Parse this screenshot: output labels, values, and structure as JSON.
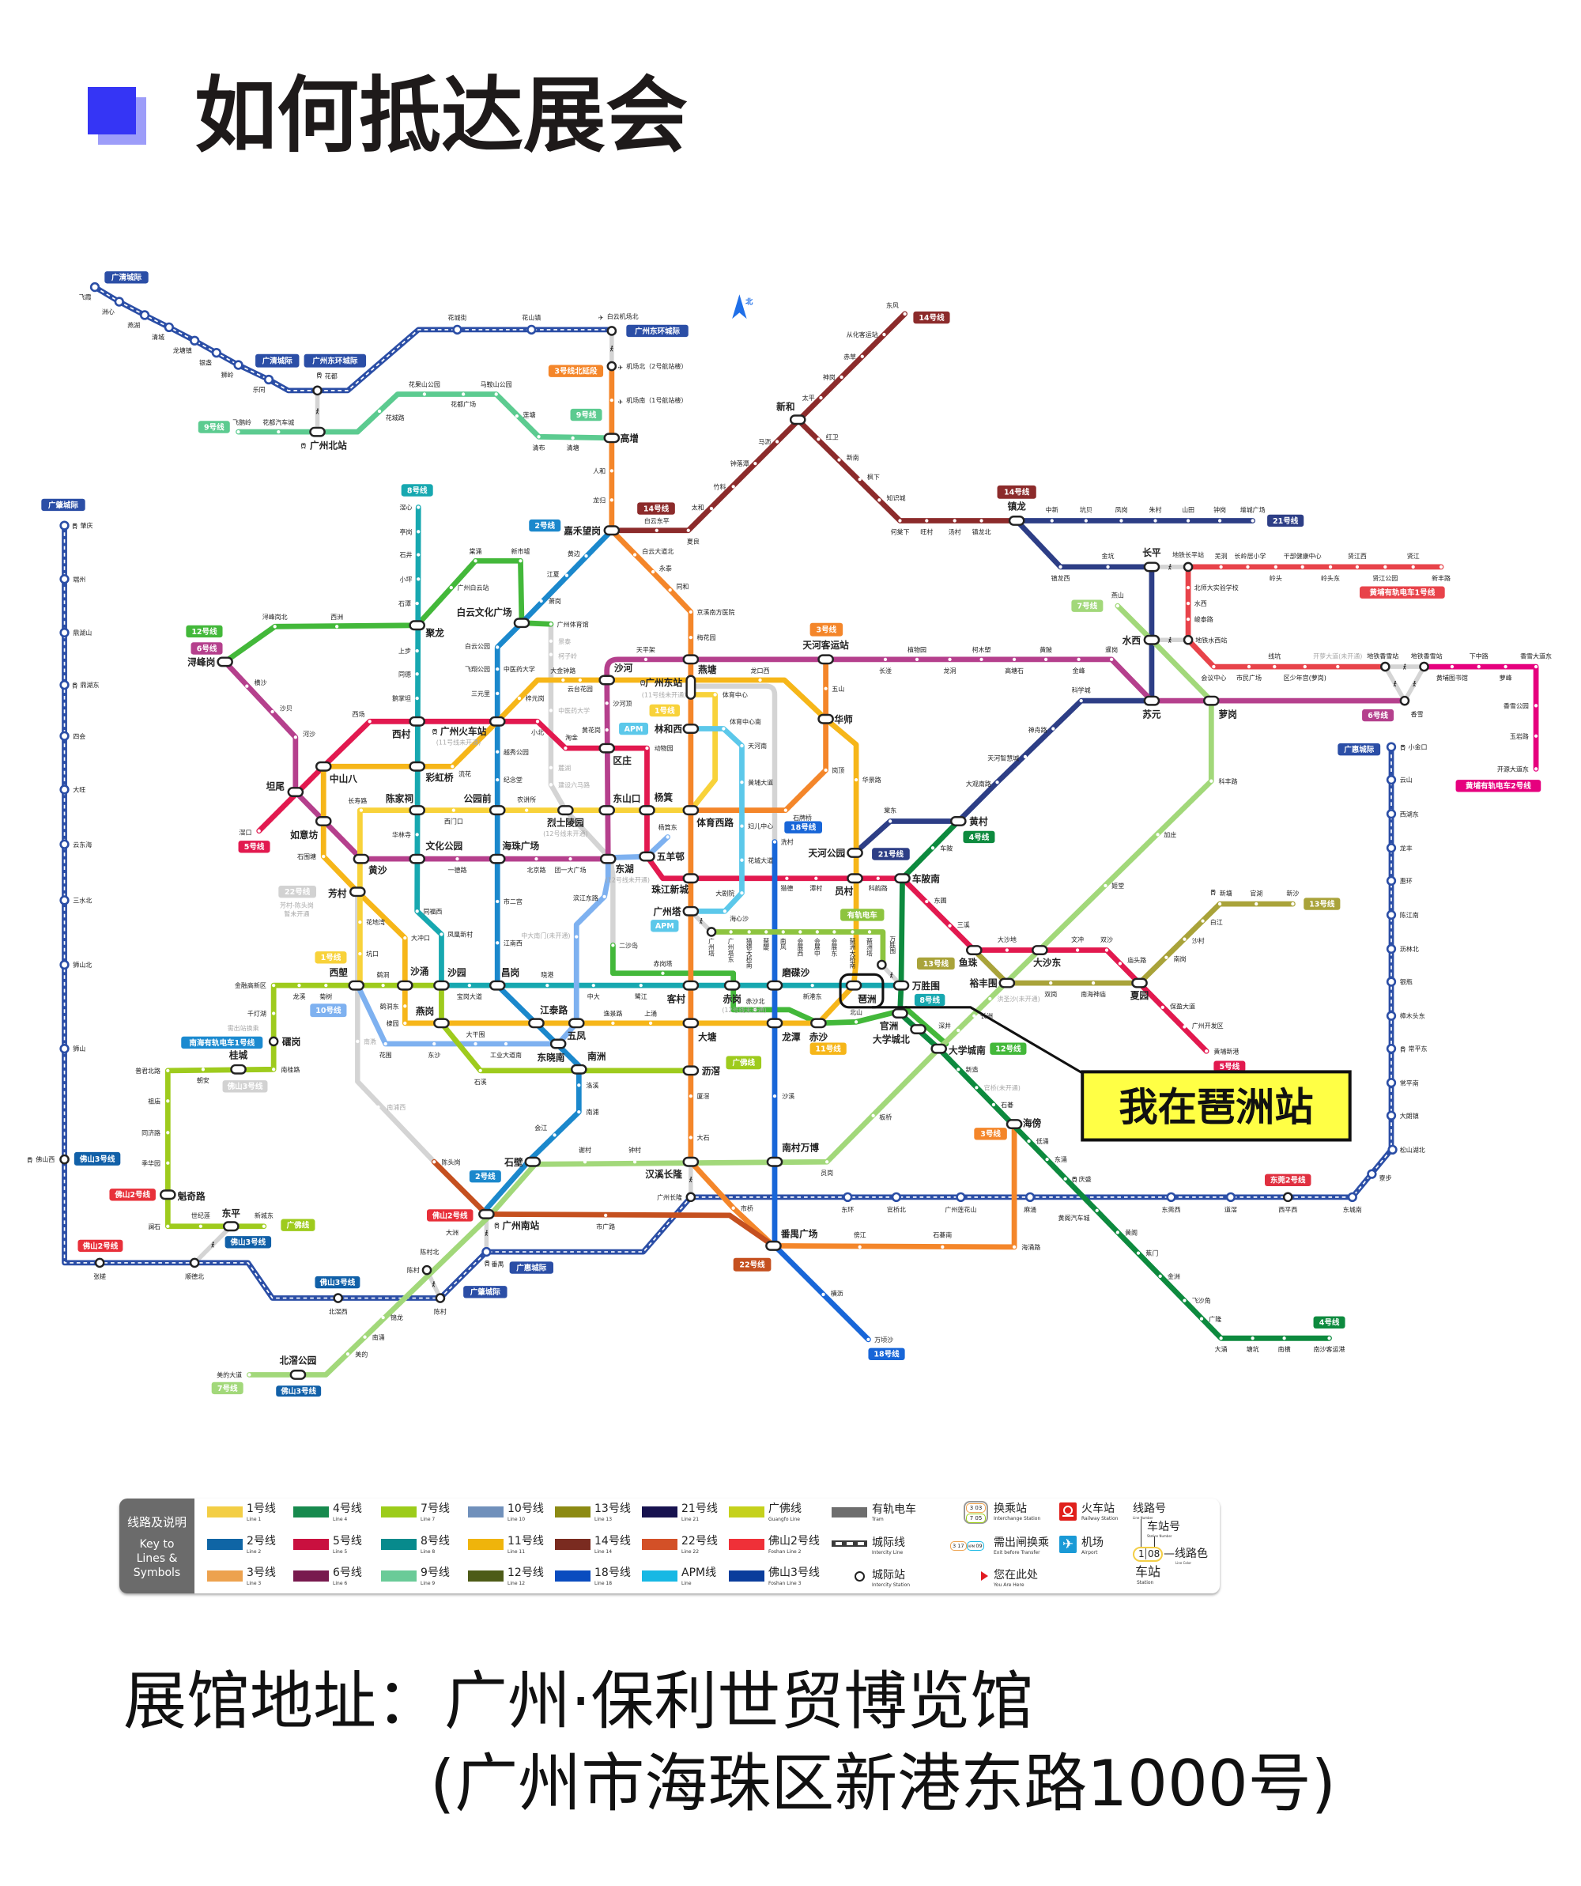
{
  "header": {
    "title": "如何抵达展会"
  },
  "map": {
    "north": "北",
    "callout": "我在琶洲站",
    "you_are_here_station": "琶洲",
    "icons": {
      "airplane": "✈",
      "train": "train-icon",
      "walk": "walk-transfer-icon"
    },
    "lines": [
      {
        "name": "1号线",
        "color": "#f8d23a"
      },
      {
        "name": "2号线",
        "color": "#1b88cc"
      },
      {
        "name": "3号线",
        "color": "#f4862a"
      },
      {
        "name": "4号线",
        "color": "#0d8a3e"
      },
      {
        "name": "5号线",
        "color": "#e2194f"
      },
      {
        "name": "6号线",
        "color": "#b5408d"
      },
      {
        "name": "7号线",
        "color": "#a2d87a"
      },
      {
        "name": "8号线",
        "color": "#17a8b0"
      },
      {
        "name": "9号线",
        "color": "#5ccb90"
      },
      {
        "name": "10号线",
        "color": "#7eb1f0"
      },
      {
        "name": "11号线",
        "color": "#f6b619"
      },
      {
        "name": "12号线",
        "color": "#43b83a"
      },
      {
        "name": "13号线",
        "color": "#a9a33a"
      },
      {
        "name": "14号线",
        "color": "#8c2b2b"
      },
      {
        "name": "18号线",
        "color": "#1866d8"
      },
      {
        "name": "21号线",
        "color": "#2d3e86"
      },
      {
        "name": "22号线",
        "color": "#c5501f"
      },
      {
        "name": "APM",
        "color": "#5cc8ea"
      },
      {
        "name": "广佛线",
        "color": "#9ecb1d"
      },
      {
        "name": "有轨电车",
        "color": "#8dc43f"
      },
      {
        "name": "黄埔有轨电车1号线",
        "color": "#e8434a"
      },
      {
        "name": "黄埔有轨电车2号线",
        "color": "#e6007e"
      },
      {
        "name": "城际",
        "color": "#2b4ea6"
      }
    ],
    "badges": [
      "广清城际",
      "广清城际",
      "广州东环城际",
      "广州东环城际",
      "3号线北延段",
      "9号线",
      "9号线",
      "14号线",
      "14号线",
      "14号线",
      "21号线",
      "广肇城际",
      "8号线",
      "2号线",
      "12号线",
      "6号线",
      "7号线",
      "黄埔有轨电车1号线",
      "6号线",
      "广惠城际",
      "黄埔有轨电车2号线",
      "3号线",
      "1号线",
      "APM",
      "18号线",
      "21号线",
      "4号线",
      "5号线",
      "22号线",
      "APM",
      "有轨电车",
      "1号线",
      "10号线",
      "13号线",
      "8号线",
      "13号线",
      "南海有轨电车1号线",
      "12号线",
      "11号线",
      "广佛线",
      "5号线",
      "佛山3号线",
      "3号线",
      "佛山3号线",
      "2号线",
      "东莞2号线",
      "佛山2号线",
      "佛山2号线",
      "广佛线",
      "佛山3号线",
      "佛山2号线",
      "22号线",
      "广惠城际",
      "佛山3号线",
      "广肇城际",
      "4号线",
      "18号线",
      "7号线",
      "佛山3号线"
    ],
    "stations": {
      "gq": [
        "飞霞",
        "洲心",
        "燕湖",
        "清城",
        "龙塘镇",
        "银盏",
        "狮岭",
        "乐同",
        "花都"
      ],
      "dh": [
        "花城街",
        "花山镇",
        "白云机场北"
      ],
      "l9": [
        "飞鹅岭",
        "花都汽车城",
        "广州北站",
        "花城路",
        "花果山公园",
        "花都广场",
        "马鞍山公园",
        "莲塘",
        "清布",
        "清塘",
        "高增"
      ],
      "l3n": [
        "机场北（2号航站楼）",
        "机场南（1号航站楼）",
        "人和",
        "龙归",
        "嘉禾望岗",
        "白云大道北",
        "永泰",
        "同和",
        "京溪南方医院",
        "梅花园"
      ],
      "l14": [
        "白云东平",
        "夏良",
        "太和",
        "竹料",
        "钟落潭",
        "马沥",
        "新和",
        "太平",
        "神岗",
        "赤草",
        "从化客运站",
        "东风",
        "红卫",
        "新南",
        "枫下",
        "知识城",
        "何棠下",
        "旺村",
        "汤村",
        "镇龙北"
      ],
      "l21": [
        "镇龙",
        "中新",
        "坑贝",
        "凤岗",
        "朱村",
        "山田",
        "钟岗",
        "增城广场",
        "镇龙西",
        "金坑",
        "长平",
        "水西",
        "苏元",
        "科学城",
        "神舟路",
        "天河智慧城",
        "大观南路",
        "黄村",
        "棠东"
      ],
      "hp": [
        "地铁长平站",
        "芜洞",
        "长岭居小学",
        "岭头",
        "干部健康中心",
        "岭头东",
        "贤江西",
        "贤江公园",
        "贤江",
        "新丰路",
        "北师大实验学校",
        "水西",
        "峻泰路",
        "地铁水西站",
        "会议中心",
        "市民广场",
        "线坑",
        "区少年宫(萝岗)",
        "地铁香雪站",
        "地铁香雪站",
        "黄埔图书馆",
        "下中路",
        "萝峰",
        "香雪大道东",
        "香雪公园",
        "玉岩路",
        "开源大道东"
      ],
      "l7": [
        "燕山",
        "萝岗",
        "科丰路",
        "加庄",
        "姬堂",
        "大沙东",
        "裕丰围",
        "长洲",
        "深井",
        "大学城南",
        "板桥",
        "员岗",
        "南村万博",
        "钟村",
        "谢村",
        "石壁",
        "广州南站",
        "大洲",
        "陈村北",
        "陈村",
        "锦龙",
        "南涌",
        "美的",
        "北滘公园",
        "美的大道",
        "汉溪长隆"
      ],
      "l6": [
        "浔峰岗",
        "横沙",
        "沙贝",
        "河沙",
        "坦尾",
        "如意坊",
        "黄沙",
        "一德路",
        "海珠广场",
        "北京路",
        "团一大广场",
        "东湖",
        "东山口",
        "区庄",
        "黄花岗",
        "沙河顶",
        "沙河",
        "天平架",
        "燕塘",
        "天河客运站",
        "长湴",
        "植物园",
        "龙洞",
        "柯木塱",
        "高塘石",
        "黄陂",
        "金峰",
        "暹岗",
        "香雪"
      ],
      "l5": [
        "滘口",
        "中山八",
        "西场",
        "西村",
        "广州火车站",
        "小北",
        "淘金",
        "动物园",
        "杨箕",
        "五羊邨",
        "珠江新城",
        "猎德",
        "潭村",
        "员村",
        "科韵路",
        "车陂南",
        "东圃",
        "三溪",
        "鱼珠",
        "大沙地",
        "文冲",
        "双沙",
        "庙头路",
        "夏园",
        "保盈大道",
        "广州开发区",
        "黄埔新港"
      ],
      "l1": [
        "西塱",
        "坑口",
        "花地湾",
        "芳村",
        "长寿路",
        "陈家祠",
        "西门口",
        "公园前",
        "农讲所",
        "烈士陵园",
        "体育西路",
        "体育中心",
        "广州东站"
      ],
      "l2": [
        "黄边",
        "江夏",
        "萧岗",
        "白云文化广场",
        "白云公园",
        "飞翔公园",
        "中医药大学",
        "三元里",
        "越秀公园",
        "纪念堂",
        "市二宫",
        "江南西",
        "昌岗",
        "江泰路",
        "东晓南",
        "南洲",
        "洛溪",
        "南浦",
        "会江"
      ],
      "l8": [
        "滘心",
        "亭岗",
        "石井",
        "小坪",
        "石潭",
        "聚龙",
        "上步",
        "同德",
        "鹅掌坦",
        "彩虹桥",
        "华林寺",
        "文化公园",
        "同福西",
        "凤凰新村",
        "沙园",
        "宝岗大道",
        "晓港",
        "中大",
        "鹭江",
        "客村",
        "赤岗",
        "磨碟沙",
        "新港东",
        "琶洲",
        "万胜围"
      ],
      "l11": [
        "大金钟路",
        "云台花园",
        "梓元岗",
        "流花",
        "石围塘",
        "大冲口",
        "鹤洞东",
        "棣园",
        "燕岗",
        "五凤",
        "逸景路",
        "上涌",
        "大塘",
        "龙潭",
        "赤沙",
        "华景路",
        "天河公园",
        "龙口西",
        "华师",
        "五山",
        "岗顶",
        "石牌桥"
      ],
      "l12": [
        "浔峰岗北",
        "西洲",
        "广州白云站",
        "棠涌",
        "新市墟",
        "广州体育馆",
        "二沙岛",
        "赤岗塔",
        "赤沙北",
        "北山",
        "官洲",
        "大学城北"
      ],
      "apm": [
        "林和西",
        "体育中心南",
        "天河南",
        "黄埔大道",
        "妇儿中心",
        "花城大道",
        "大剧院",
        "海心沙",
        "广州塔"
      ],
      "l18": [
        "洗村",
        "沙溪",
        "番禺广场",
        "横沥",
        "万顷沙"
      ],
      "l10": [
        "杨箕东",
        "滨江东路",
        "花围",
        "东沙",
        "大干围",
        "工业大道南"
      ],
      "l4": [
        "车陂",
        "新造",
        "石碁",
        "海傍",
        "低涌",
        "东涌",
        "庆盛",
        "黄阁汽车城",
        "黄阁",
        "蕉门",
        "金洲",
        "飞沙角",
        "广隆",
        "大涌",
        "塘坑",
        "南横",
        "南沙客运港"
      ],
      "l13": [
        "双岗",
        "南海神庙",
        "南岗",
        "沙村",
        "白江",
        "新塘",
        "官湖",
        "新沙"
      ],
      "l3s": [
        "厦滘",
        "大石",
        "市桥",
        "傍江",
        "石碁南",
        "海涌路",
        "沥滘"
      ],
      "gf": [
        "新城东",
        "东平",
        "世纪莲",
        "澜石",
        "魁奇路",
        "季华园",
        "同济路",
        "祖庙",
        "普君北路",
        "朝安",
        "桂城",
        "南桂路",
        "礌岗",
        "千灯湖",
        "金融高新区",
        "龙溪",
        "菊树",
        "鹤洞",
        "沙涌",
        "石溪"
      ],
      "l22": [
        "陈头岗",
        "市广路"
      ],
      "ic": [
        "肇庆",
        "端州",
        "鼎湖山",
        "鼎湖东",
        "四会",
        "大旺",
        "云东海",
        "三水北",
        "狮山北",
        "狮山",
        "佛山西",
        "张槎",
        "顺德北",
        "北滘西",
        "陈村",
        "番禺",
        "广州长隆",
        "东环",
        "官桥北",
        "广州莲花山",
        "麻涌",
        "东莞西",
        "道滘",
        "西平西",
        "东城南",
        "寮步",
        "松山湖北",
        "大朗镇",
        "常平南",
        "常平东",
        "樟木头东",
        "银瓶",
        "沥林北",
        "陈江南",
        "惠环",
        "龙丰",
        "西湖东",
        "云山",
        "小金口"
      ],
      "tram": [
        "广州塔",
        "广州塔东",
        "猎德大桥南",
        "琶醍",
        "南风",
        "会展西",
        "会展中",
        "会展东",
        "琶洲大桥南",
        "琶洲塔",
        "万胜围"
      ]
    },
    "notes": [
      "(11号线未开通)",
      "(11号线未开通)",
      "(12号线未开通)",
      "(12号线未开通)",
      "(12号线未开通)",
      "景泰",
      "柯子岭",
      "中医药大学",
      "麓湖",
      "建设六马路",
      "开萝大道(未开通)",
      "芳村-陈头岗",
      "暂未开通",
      "南漖",
      "南浦西",
      "洪圣沙(未开通)",
      "官桥(未开通)",
      "中大南门(未开通)",
      "需出站换乘"
    ]
  },
  "legend": {
    "title_cn": "线路及说明",
    "title_en": [
      "Key to",
      "Lines &",
      "Symbols"
    ],
    "lines": [
      {
        "label": "1号线",
        "sub": "Line 1",
        "color": "#f3ce45"
      },
      {
        "label": "2号线",
        "sub": "Line 2",
        "color": "#0f65a5"
      },
      {
        "label": "3号线",
        "sub": "Line 3",
        "color": "#eda24e"
      },
      {
        "label": "4号线",
        "sub": "Line 4",
        "color": "#178a4e"
      },
      {
        "label": "5号线",
        "sub": "Line 5",
        "color": "#c9103f"
      },
      {
        "label": "6号线",
        "sub": "Line 6",
        "color": "#781a4e"
      },
      {
        "label": "7号线",
        "sub": "Line 7",
        "color": "#9ccc1a"
      },
      {
        "label": "8号线",
        "sub": "Line 8",
        "color": "#078a8c"
      },
      {
        "label": "9号线",
        "sub": "Line 9",
        "color": "#6acb98"
      },
      {
        "label": "10号线",
        "sub": "Line 10",
        "color": "#7090bb"
      },
      {
        "label": "11号线",
        "sub": "Line 11",
        "color": "#efb40b"
      },
      {
        "label": "12号线",
        "sub": "Line 12",
        "color": "#4d5b17"
      },
      {
        "label": "13号线",
        "sub": "Line 13",
        "color": "#8c8a13"
      },
      {
        "label": "14号线",
        "sub": "Line 14",
        "color": "#7a2b20"
      },
      {
        "label": "18号线",
        "sub": "Line 18",
        "color": "#0a4cbf"
      },
      {
        "label": "21号线",
        "sub": "Line 21",
        "color": "#17124f"
      },
      {
        "label": "22号线",
        "sub": "Line 22",
        "color": "#d35027"
      },
      {
        "label": "APM线",
        "sub": "Line",
        "color": "#17b8e4"
      },
      {
        "label": "广佛线",
        "sub": "Guangfo Line",
        "color": "#c5d11c"
      },
      {
        "label": "佛山2号线",
        "sub": "Foshan Line 2",
        "color": "#ef3038"
      },
      {
        "label": "佛山3号线",
        "sub": "Foshan Line 3",
        "color": "#0a3d9c"
      }
    ],
    "symbols": {
      "tram": {
        "label": "有轨电车",
        "sub": "Tram"
      },
      "intercity_line": {
        "label": "城际线",
        "sub": "Intercity Line"
      },
      "intercity_station": {
        "label": "城际站",
        "sub": "Intercity Station"
      },
      "interchange": {
        "label": "换乘站",
        "sub": "Interchange Station",
        "sample": [
          "3",
          "03",
          "7",
          "05"
        ]
      },
      "exit_transfer": {
        "label": "需出闸换乘",
        "sub": "Exit before Transfer",
        "sample": [
          "3",
          "17",
          "APM",
          "09"
        ]
      },
      "you_are_here": {
        "label": "您在此处",
        "sub": "You Are Here"
      },
      "railway": {
        "label": "火车站",
        "sub": "Railway Station"
      },
      "airport": {
        "label": "机场",
        "sub": "Airport"
      }
    },
    "station_key": {
      "line_number": "线路号",
      "line_number_en": "Line Number",
      "station_number": "车站号",
      "station_number_en": "Station Number",
      "line_color": "—线路色",
      "line_color_en": "Line Color",
      "station": "车站",
      "station_en": "Station",
      "sample_line": "1",
      "sample_station": "08"
    }
  },
  "address": {
    "label": "展馆地址：",
    "venue": "广州·保利世贸博览馆",
    "detail": "(广州市海珠区新港东路1000号)"
  }
}
